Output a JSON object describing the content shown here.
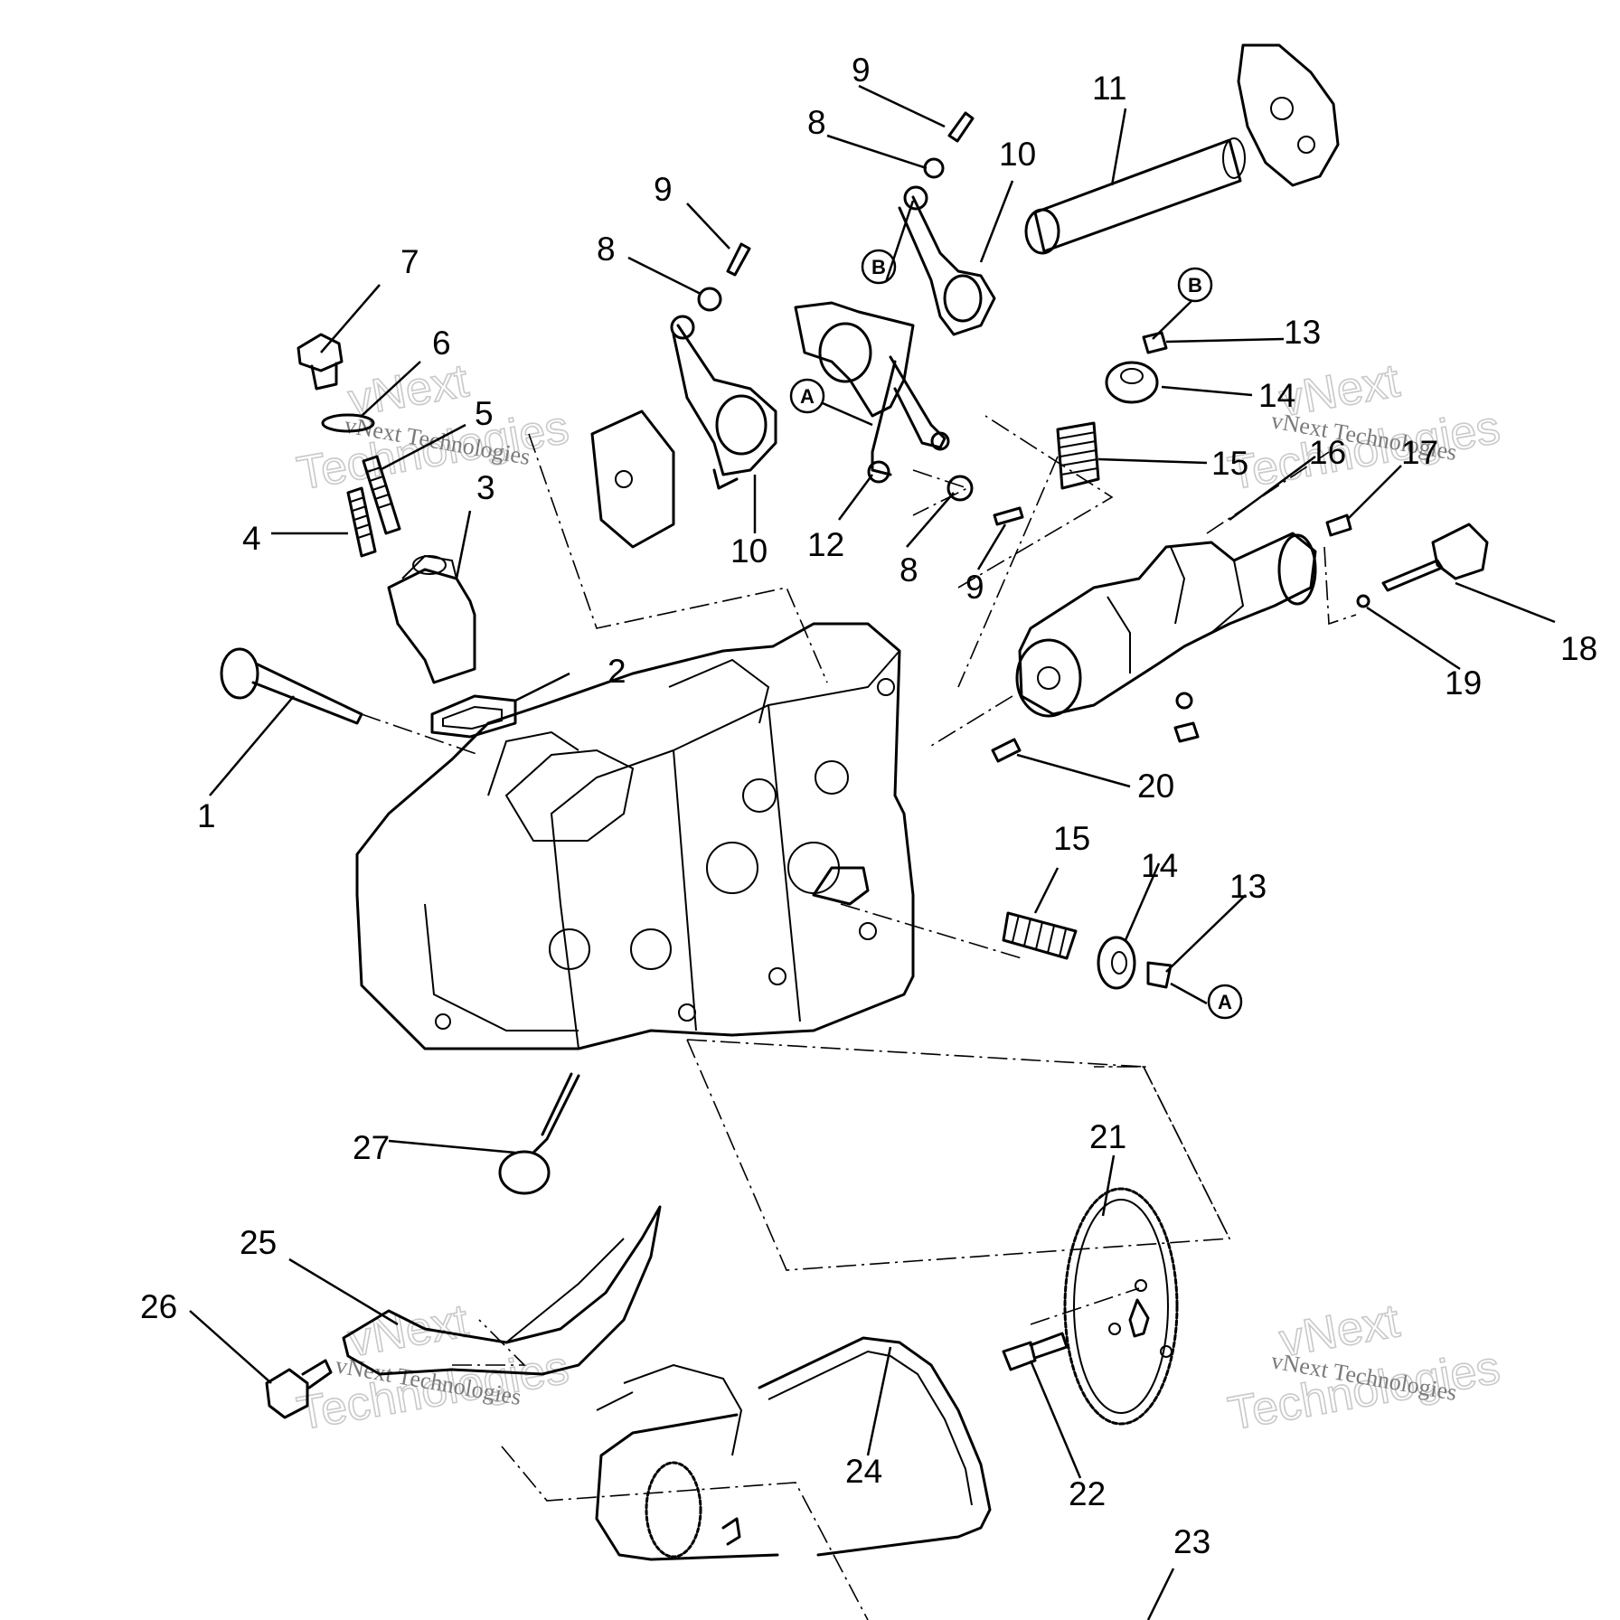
{
  "diagram": {
    "part_numbers": [
      {
        "id": "p1",
        "text": "1"
      },
      {
        "id": "p2",
        "text": "2"
      },
      {
        "id": "p3",
        "text": "3"
      },
      {
        "id": "p4",
        "text": "4"
      },
      {
        "id": "p5",
        "text": "5"
      },
      {
        "id": "p6",
        "text": "6"
      },
      {
        "id": "p7",
        "text": "7"
      },
      {
        "id": "p8a",
        "text": "8"
      },
      {
        "id": "p8b",
        "text": "8"
      },
      {
        "id": "p8c",
        "text": "8"
      },
      {
        "id": "p9a",
        "text": "9"
      },
      {
        "id": "p9b",
        "text": "9"
      },
      {
        "id": "p9c",
        "text": "9"
      },
      {
        "id": "p10a",
        "text": "10"
      },
      {
        "id": "p10b",
        "text": "10"
      },
      {
        "id": "p11",
        "text": "11"
      },
      {
        "id": "p12",
        "text": "12"
      },
      {
        "id": "p13a",
        "text": "13"
      },
      {
        "id": "p13b",
        "text": "13"
      },
      {
        "id": "p14a",
        "text": "14"
      },
      {
        "id": "p14b",
        "text": "14"
      },
      {
        "id": "p15a",
        "text": "15"
      },
      {
        "id": "p15b",
        "text": "15"
      },
      {
        "id": "p16",
        "text": "16"
      },
      {
        "id": "p17",
        "text": "17"
      },
      {
        "id": "p18",
        "text": "18"
      },
      {
        "id": "p19",
        "text": "19"
      },
      {
        "id": "p20",
        "text": "20"
      },
      {
        "id": "p21",
        "text": "21"
      },
      {
        "id": "p22",
        "text": "22"
      },
      {
        "id": "p23",
        "text": "23"
      },
      {
        "id": "p24",
        "text": "24"
      },
      {
        "id": "p25",
        "text": "25"
      },
      {
        "id": "p26",
        "text": "26"
      },
      {
        "id": "p27",
        "text": "27"
      }
    ],
    "reference_markers": [
      {
        "id": "A1",
        "text": "A"
      },
      {
        "id": "A2",
        "text": "A"
      },
      {
        "id": "B1",
        "text": "B"
      },
      {
        "id": "B2",
        "text": "B"
      }
    ],
    "watermarks": [
      {
        "line1": "vNext",
        "line2": "Technologies",
        "small": "vNext Technologies"
      },
      {
        "line1": "vNext",
        "line2": "Technologies",
        "small": "vNext Technologies"
      },
      {
        "line1": "vNext",
        "line2": "Technologies",
        "small": "vNext Technologies"
      },
      {
        "line1": "vNext",
        "line2": "Technologies",
        "small": "vNext Technologies"
      }
    ]
  }
}
